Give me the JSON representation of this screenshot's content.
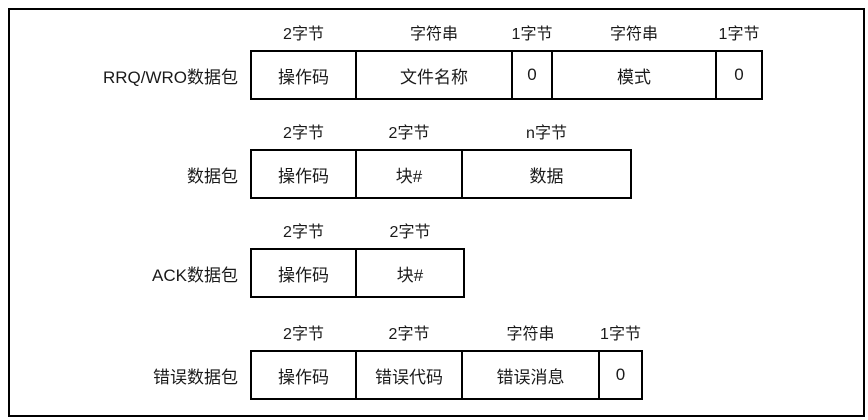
{
  "diagram": {
    "rows": [
      {
        "label": "RRQ/WRO数据包",
        "fields": [
          {
            "size": "2字节",
            "name": "操作码"
          },
          {
            "size": "字符串",
            "name": "文件名称"
          },
          {
            "size": "1字节",
            "name": "0"
          },
          {
            "size": "字符串",
            "name": "模式"
          },
          {
            "size": "1字节",
            "name": "0"
          }
        ]
      },
      {
        "label": "数据包",
        "fields": [
          {
            "size": "2字节",
            "name": "操作码"
          },
          {
            "size": "2字节",
            "name": "块#"
          },
          {
            "size": "n字节",
            "name": "数据"
          }
        ]
      },
      {
        "label": "ACK数据包",
        "fields": [
          {
            "size": "2字节",
            "name": "操作码"
          },
          {
            "size": "2字节",
            "name": "块#"
          }
        ]
      },
      {
        "label": "错误数据包",
        "fields": [
          {
            "size": "2字节",
            "name": "操作码"
          },
          {
            "size": "2字节",
            "name": "错误代码"
          },
          {
            "size": "字符串",
            "name": "错误消息"
          },
          {
            "size": "1字节",
            "name": "0"
          }
        ]
      }
    ],
    "colors": {
      "border": "#000000",
      "background": "#ffffff",
      "text": "#1a1a1a"
    }
  }
}
